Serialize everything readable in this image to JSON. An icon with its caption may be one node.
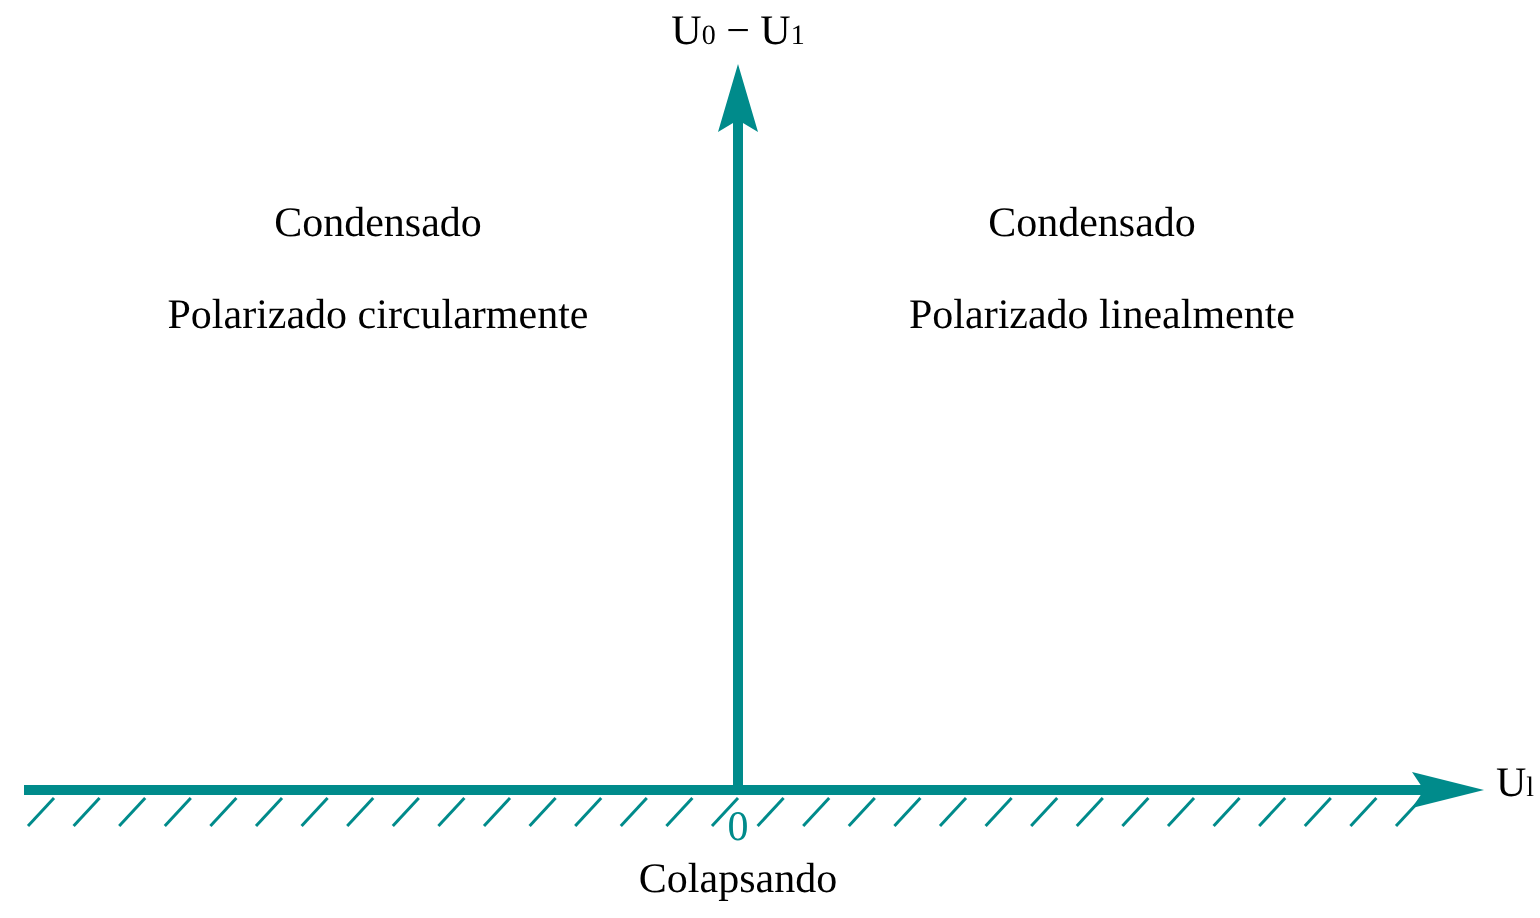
{
  "diagram": {
    "labels": [
      "U$_{0}$ − U$_{1}$",
      "Condensado",
      "Polarizado circularmente",
      "Condensado",
      "Polarizado linealmente",
      "0",
      "U$_{l}$",
      "Colapsando"
    ]
  }
}
